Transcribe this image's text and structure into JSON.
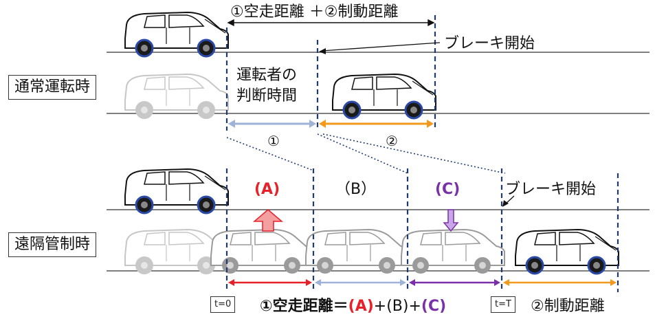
{
  "normal": {
    "mode_label": "通常運転時",
    "distance_header": "①空走距離 ＋②制動距離",
    "brake_start": "ブレーキ開始",
    "reaction_line1": "運転者の",
    "reaction_line2": "判断時間",
    "marker_1": "①",
    "marker_2": "②"
  },
  "remote": {
    "mode_label": "遠隔管制時",
    "segment_a": "(A)",
    "segment_b": "（B）",
    "segment_c": "(C)",
    "brake_start": "ブレーキ開始",
    "t_zero": "t=0",
    "t_end": "t=T",
    "braking_distance": "②制動距離"
  },
  "formula": {
    "lhs": "①空走距離＝",
    "a": "(A)",
    "plus1": "+(B)+",
    "c": "(C)"
  },
  "colors": {
    "dash": "#1f3a6e",
    "arrow_blue": "#9fb3d8",
    "arrow_orange": "#f39a1e",
    "arrow_red": "#e8202a",
    "arrow_purple": "#7a30a8",
    "red_text": "#e8202a",
    "purple_text": "#7a30a8",
    "up_arrow_fill": "#f4a0a0",
    "down_arrow_fill": "#c9a6e6"
  }
}
